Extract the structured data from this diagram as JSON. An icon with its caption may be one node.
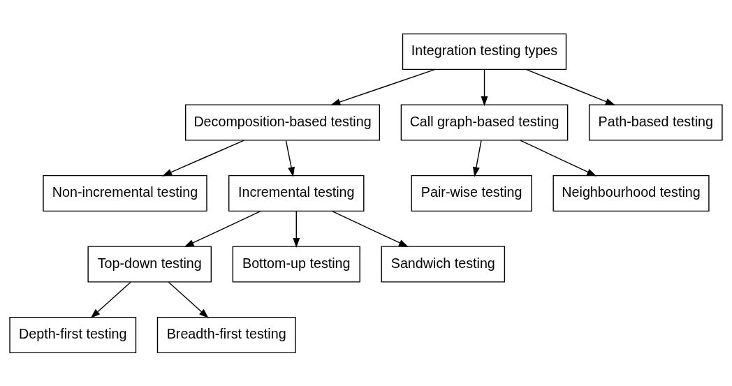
{
  "diagram": {
    "nodes": [
      {
        "text": [
          "Integration testing types"
        ]
      },
      {
        "text": [
          "Decomposition-based testing"
        ]
      },
      {
        "text": [
          "Call graph-based testing"
        ]
      },
      {
        "text": [
          "Path-based testing"
        ]
      },
      {
        "text": [
          "Non-incremental testing"
        ]
      },
      {
        "text": [
          "Incremental testing"
        ]
      },
      {
        "text": [
          "Pair-wise testing"
        ]
      },
      {
        "text": [
          "Neighbourhood testing"
        ]
      },
      {
        "text": [
          "Top-down testing"
        ]
      },
      {
        "text": [
          "Bottom-up testing"
        ]
      },
      {
        "text": [
          "Sandwich testing"
        ]
      },
      {
        "text": [
          "Depth-first testing"
        ]
      },
      {
        "text": [
          "Breadth-first testing"
        ]
      }
    ],
    "edges": [
      {
        "from": 0,
        "to": 1,
        "arrow": "to"
      },
      {
        "from": 0,
        "to": 2,
        "arrow": "to"
      },
      {
        "from": 0,
        "to": 3,
        "arrow": "to"
      },
      {
        "from": 1,
        "to": 4,
        "arrow": "to"
      },
      {
        "from": 1,
        "to": 5,
        "arrow": "to"
      },
      {
        "from": 2,
        "to": 6,
        "arrow": "to"
      },
      {
        "from": 2,
        "to": 7,
        "arrow": "to"
      },
      {
        "from": 5,
        "to": 8,
        "arrow": "to"
      },
      {
        "from": 5,
        "to": 9,
        "arrow": "to"
      },
      {
        "from": 5,
        "to": 10,
        "arrow": "to"
      },
      {
        "from": 8,
        "to": 11,
        "arrow": "to"
      },
      {
        "from": 8,
        "to": 12,
        "arrow": "to"
      }
    ]
  }
}
